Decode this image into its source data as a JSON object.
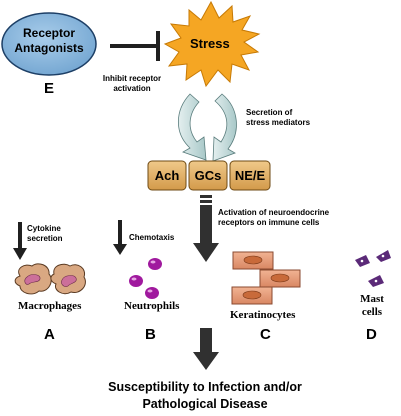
{
  "receptor": {
    "line1": "Receptor",
    "line2": "Antagonists",
    "letter": "E"
  },
  "inhibit": {
    "line1": "Inhibit receptor",
    "line2": "activation"
  },
  "stress": {
    "label": "Stress"
  },
  "secretion": {
    "line1": "Secretion of",
    "line2": "stress mediators"
  },
  "mediators": [
    "Ach",
    "GCs",
    "NE/E"
  ],
  "activation": {
    "line1": "Activation of neuroendocrine",
    "line2": "receptors on immune cells"
  },
  "cytokine": {
    "line1": "Cytokine",
    "line2": "secretion"
  },
  "chemotaxis": {
    "label": "Chemotaxis"
  },
  "cells": {
    "macrophages": {
      "label": "Macrophages",
      "letter": "A"
    },
    "neutrophils": {
      "label": "Neutrophils",
      "letter": "B"
    },
    "keratinocytes": {
      "label": "Keratinocytes",
      "letter": "C"
    },
    "mast": {
      "line1": "Mast",
      "line2": "cells",
      "letter": "D"
    }
  },
  "outcome": {
    "line1": "Susceptibility to Infection and/or",
    "line2": "Pathological Disease"
  },
  "colors": {
    "ellipse": "#7fb2d9",
    "stress": "#f5a623",
    "mediator_box": "#e3b064",
    "arrow": "#303030",
    "curved_arrow": "#c6dcdc",
    "macrophage": "#d9a882",
    "nucleus": "#cc6f9a",
    "neutrophil": "#a0199e",
    "keratinocyte": "#e59a7c",
    "mast": "#5b2a78"
  }
}
